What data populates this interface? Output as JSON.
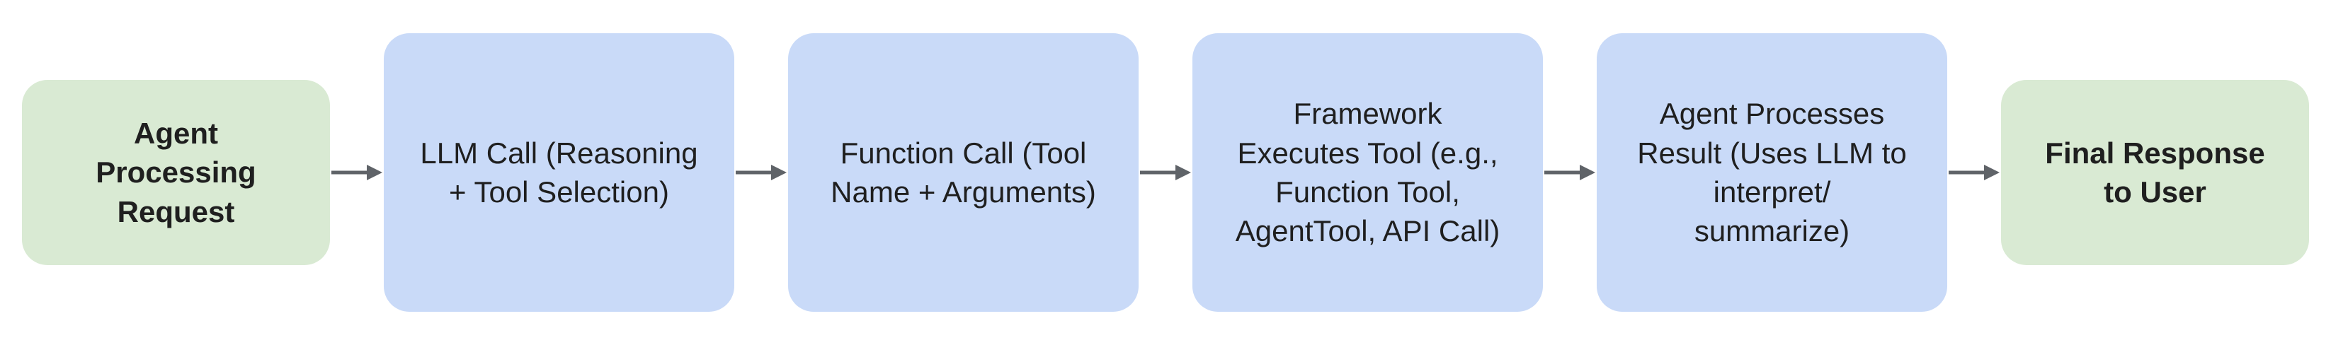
{
  "diagram": {
    "type": "flowchart",
    "direction": "left-to-right",
    "nodes": [
      {
        "id": "agent-processing-request",
        "kind": "terminal",
        "label": "Agent\nProcessing\nRequest"
      },
      {
        "id": "llm-call",
        "kind": "process",
        "label": "LLM Call (Reasoning\n+ Tool Selection)"
      },
      {
        "id": "function-call",
        "kind": "process",
        "label": "Function Call (Tool\nName + Arguments)"
      },
      {
        "id": "framework-executes-tool",
        "kind": "process",
        "label": "Framework\nExecutes Tool (e.g.,\nFunction Tool,\nAgentTool, API Call)"
      },
      {
        "id": "agent-processes-result",
        "kind": "process",
        "label": "Agent Processes\nResult (Uses LLM to\ninterpret/\nsummarize)"
      },
      {
        "id": "final-response-to-user",
        "kind": "terminal",
        "label": "Final Response\nto User"
      }
    ],
    "edges": [
      {
        "from": "agent-processing-request",
        "to": "llm-call"
      },
      {
        "from": "llm-call",
        "to": "function-call"
      },
      {
        "from": "function-call",
        "to": "framework-executes-tool"
      },
      {
        "from": "framework-executes-tool",
        "to": "agent-processes-result"
      },
      {
        "from": "agent-processes-result",
        "to": "final-response-to-user"
      }
    ],
    "colors": {
      "terminal_bg": "#d9ead3",
      "process_bg": "#c9daf8",
      "arrow": "#5f6368",
      "text": "#1f1f1f",
      "background": "#ffffff"
    }
  }
}
